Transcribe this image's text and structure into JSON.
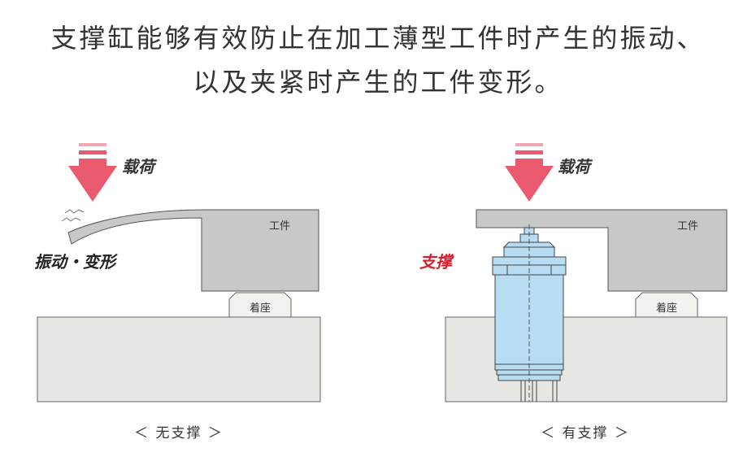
{
  "headline": {
    "line1": "支撑缸能够有效防止在加工薄型工件时产生的振动、",
    "line2": "以及夹紧时产生的工件变形。"
  },
  "left_panel": {
    "load_label": "载荷",
    "workpiece_label": "工件",
    "seat_label": "着座",
    "vibration_label": "振动・变形",
    "caption": "＜ 无支撑 ＞"
  },
  "right_panel": {
    "load_label": "载荷",
    "workpiece_label": "工件",
    "seat_label": "着座",
    "support_label": "支撑",
    "caption": "＜ 有支撑 ＞"
  },
  "colors": {
    "arrow": "#e95a6e",
    "arrow_light": "#f3a7b2",
    "support_text": "#d81e2c",
    "workpiece": "#c8c8c8",
    "base": "#e6e6e3",
    "seat": "#f2f2ef",
    "cylinder_body": "#b8dcf2",
    "cylinder_stroke": "#444444"
  }
}
